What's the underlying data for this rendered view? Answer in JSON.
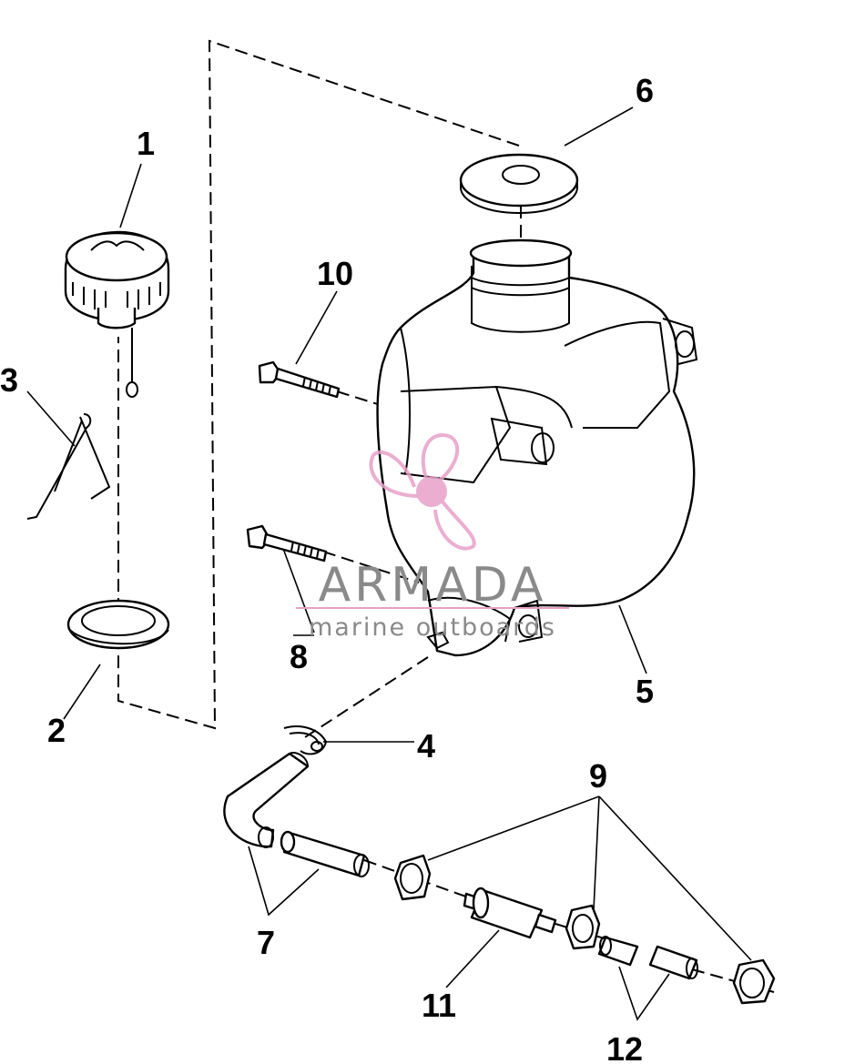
{
  "callouts": {
    "c1": "1",
    "c2": "2",
    "c3": "3",
    "c4": "4",
    "c5": "5",
    "c6": "6",
    "c7": "7",
    "c8": "8",
    "c9": "9",
    "c10": "10",
    "c11": "11",
    "c12": "12"
  },
  "watermark": {
    "brand": "ARMADA",
    "tagline": "marine outboards",
    "logo_color": "#e8a0c8",
    "text_color": "#8a8a8a"
  }
}
